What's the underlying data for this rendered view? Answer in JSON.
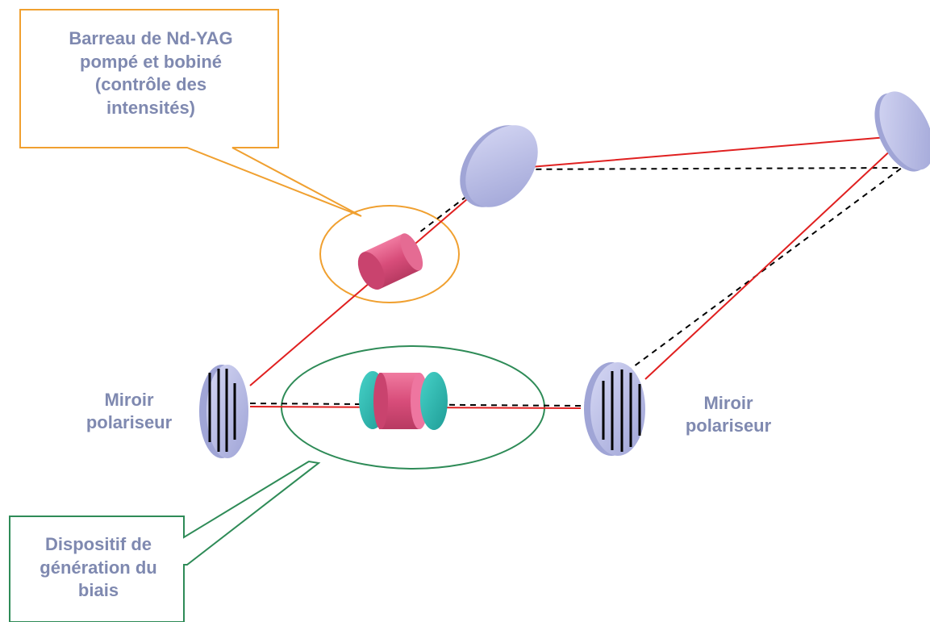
{
  "callouts": {
    "nd_yag_rod": {
      "text": "Barreau de Nd-YAG pompé et bobiné (contrôle des intensités)",
      "border_color": "#f0a030"
    },
    "bias_device": {
      "text": "Dispositif de génération du biais",
      "border_color": "#2e8b57"
    }
  },
  "labels": {
    "left_mirror": "Miroir polariseur",
    "right_mirror": "Miroir polariseur"
  },
  "colors": {
    "beam_solid": "#e02020",
    "beam_dashed": "#000000",
    "mirror_fill": "#b8bce8",
    "rod_fill": "#d8507a",
    "waveplate_fill": "#30b8b0",
    "label_text": "#7f89b0"
  }
}
